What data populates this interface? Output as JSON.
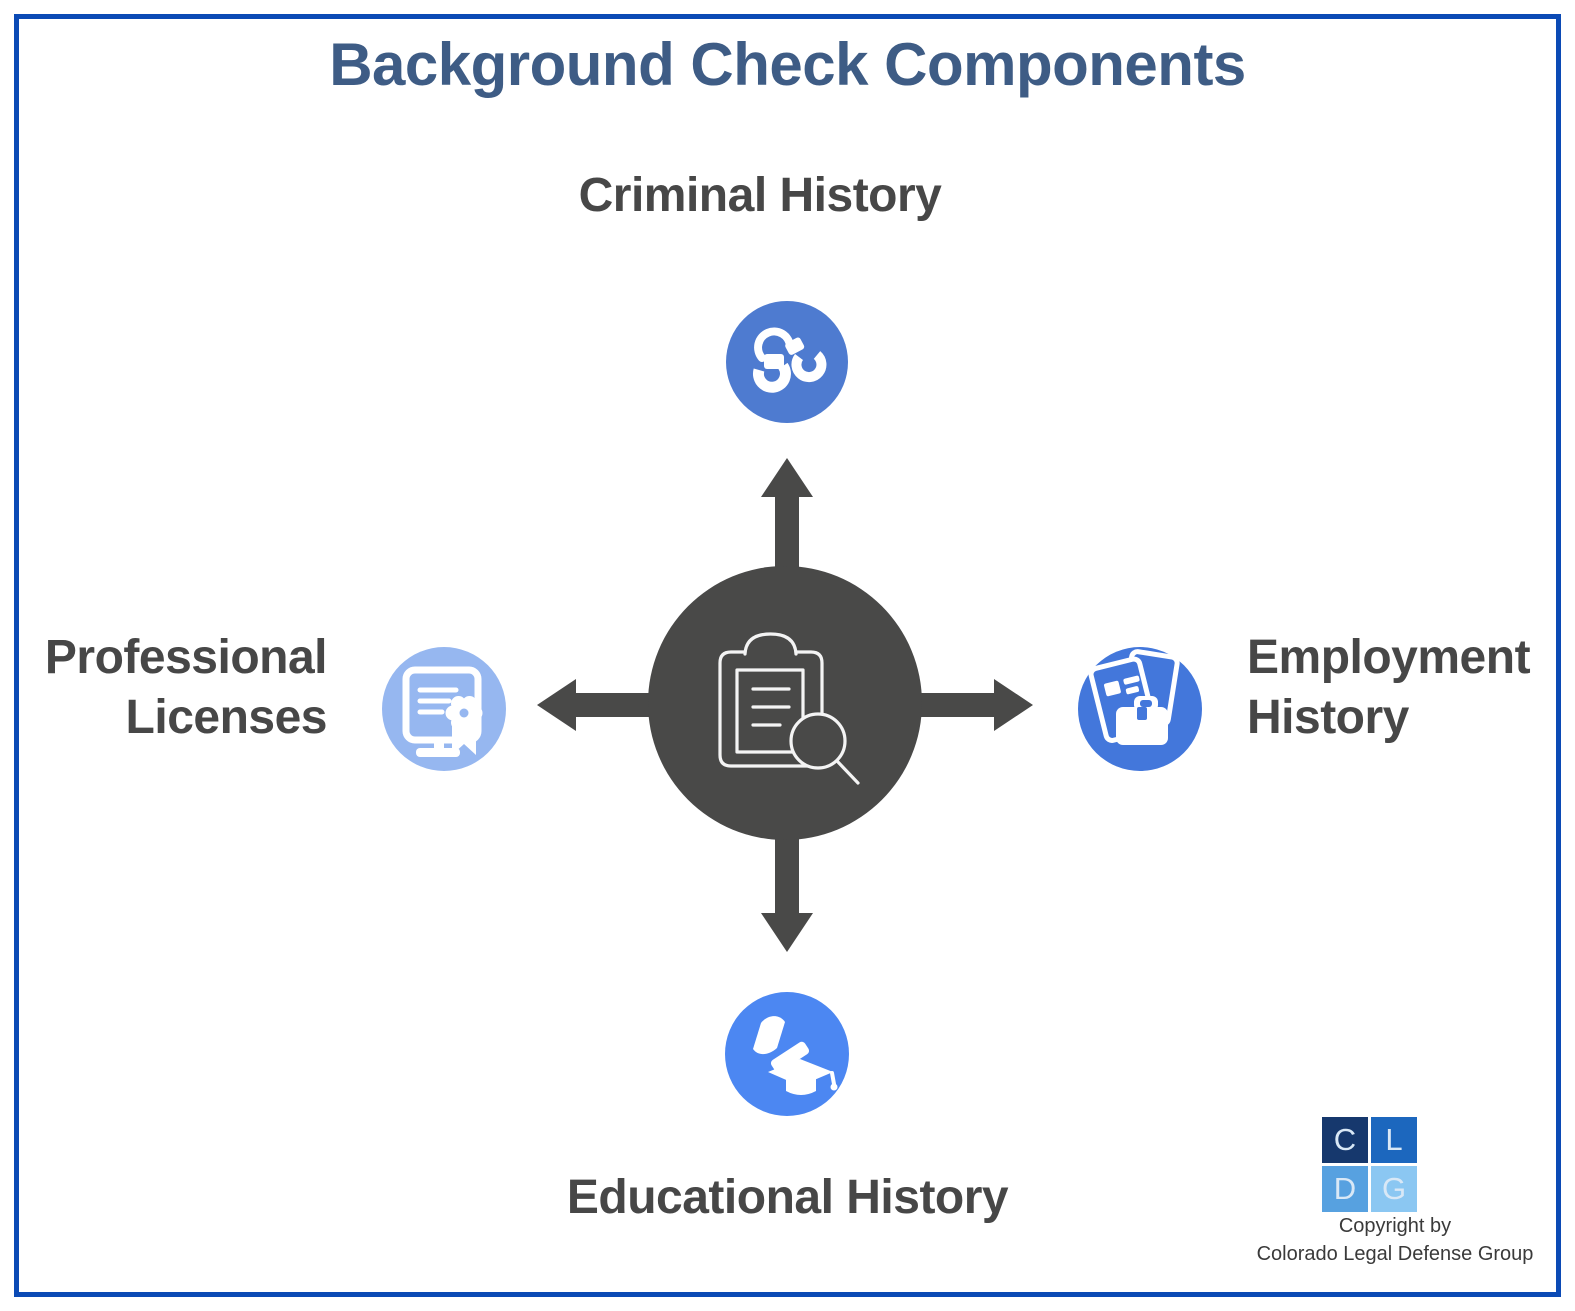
{
  "title": {
    "text": "Background Check Components",
    "color": "#3E5C85"
  },
  "center_hub": {
    "icon": "clipboard-search-icon",
    "color": "#494948"
  },
  "arrow_color": "#494948",
  "label_color": "#474747",
  "border_color": "#0B4AB5",
  "components": [
    {
      "position": "top",
      "label": "Criminal History",
      "icon": "handcuffs-icon",
      "circle_color": "#4E7BD0"
    },
    {
      "position": "right",
      "label": "Employment\nHistory",
      "icon": "documents-briefcase-icon",
      "circle_color": "#4377DB"
    },
    {
      "position": "bottom",
      "label": "Educational History",
      "icon": "graduation-cap-icon",
      "circle_color": "#4C87F2"
    },
    {
      "position": "left",
      "label": "Professional\nLicenses",
      "icon": "certificate-ribbon-icon",
      "circle_color": "#96B7F0"
    }
  ],
  "logo": {
    "letters": [
      "C",
      "L",
      "D",
      "G"
    ],
    "square_colors": [
      "#16386D",
      "#1C67BE",
      "#57A1E0",
      "#8BC7F2"
    ],
    "letter_color": "#D9E8F6"
  },
  "copyright": {
    "line1": "Copyright by",
    "line2": "Colorado Legal Defense Group"
  }
}
